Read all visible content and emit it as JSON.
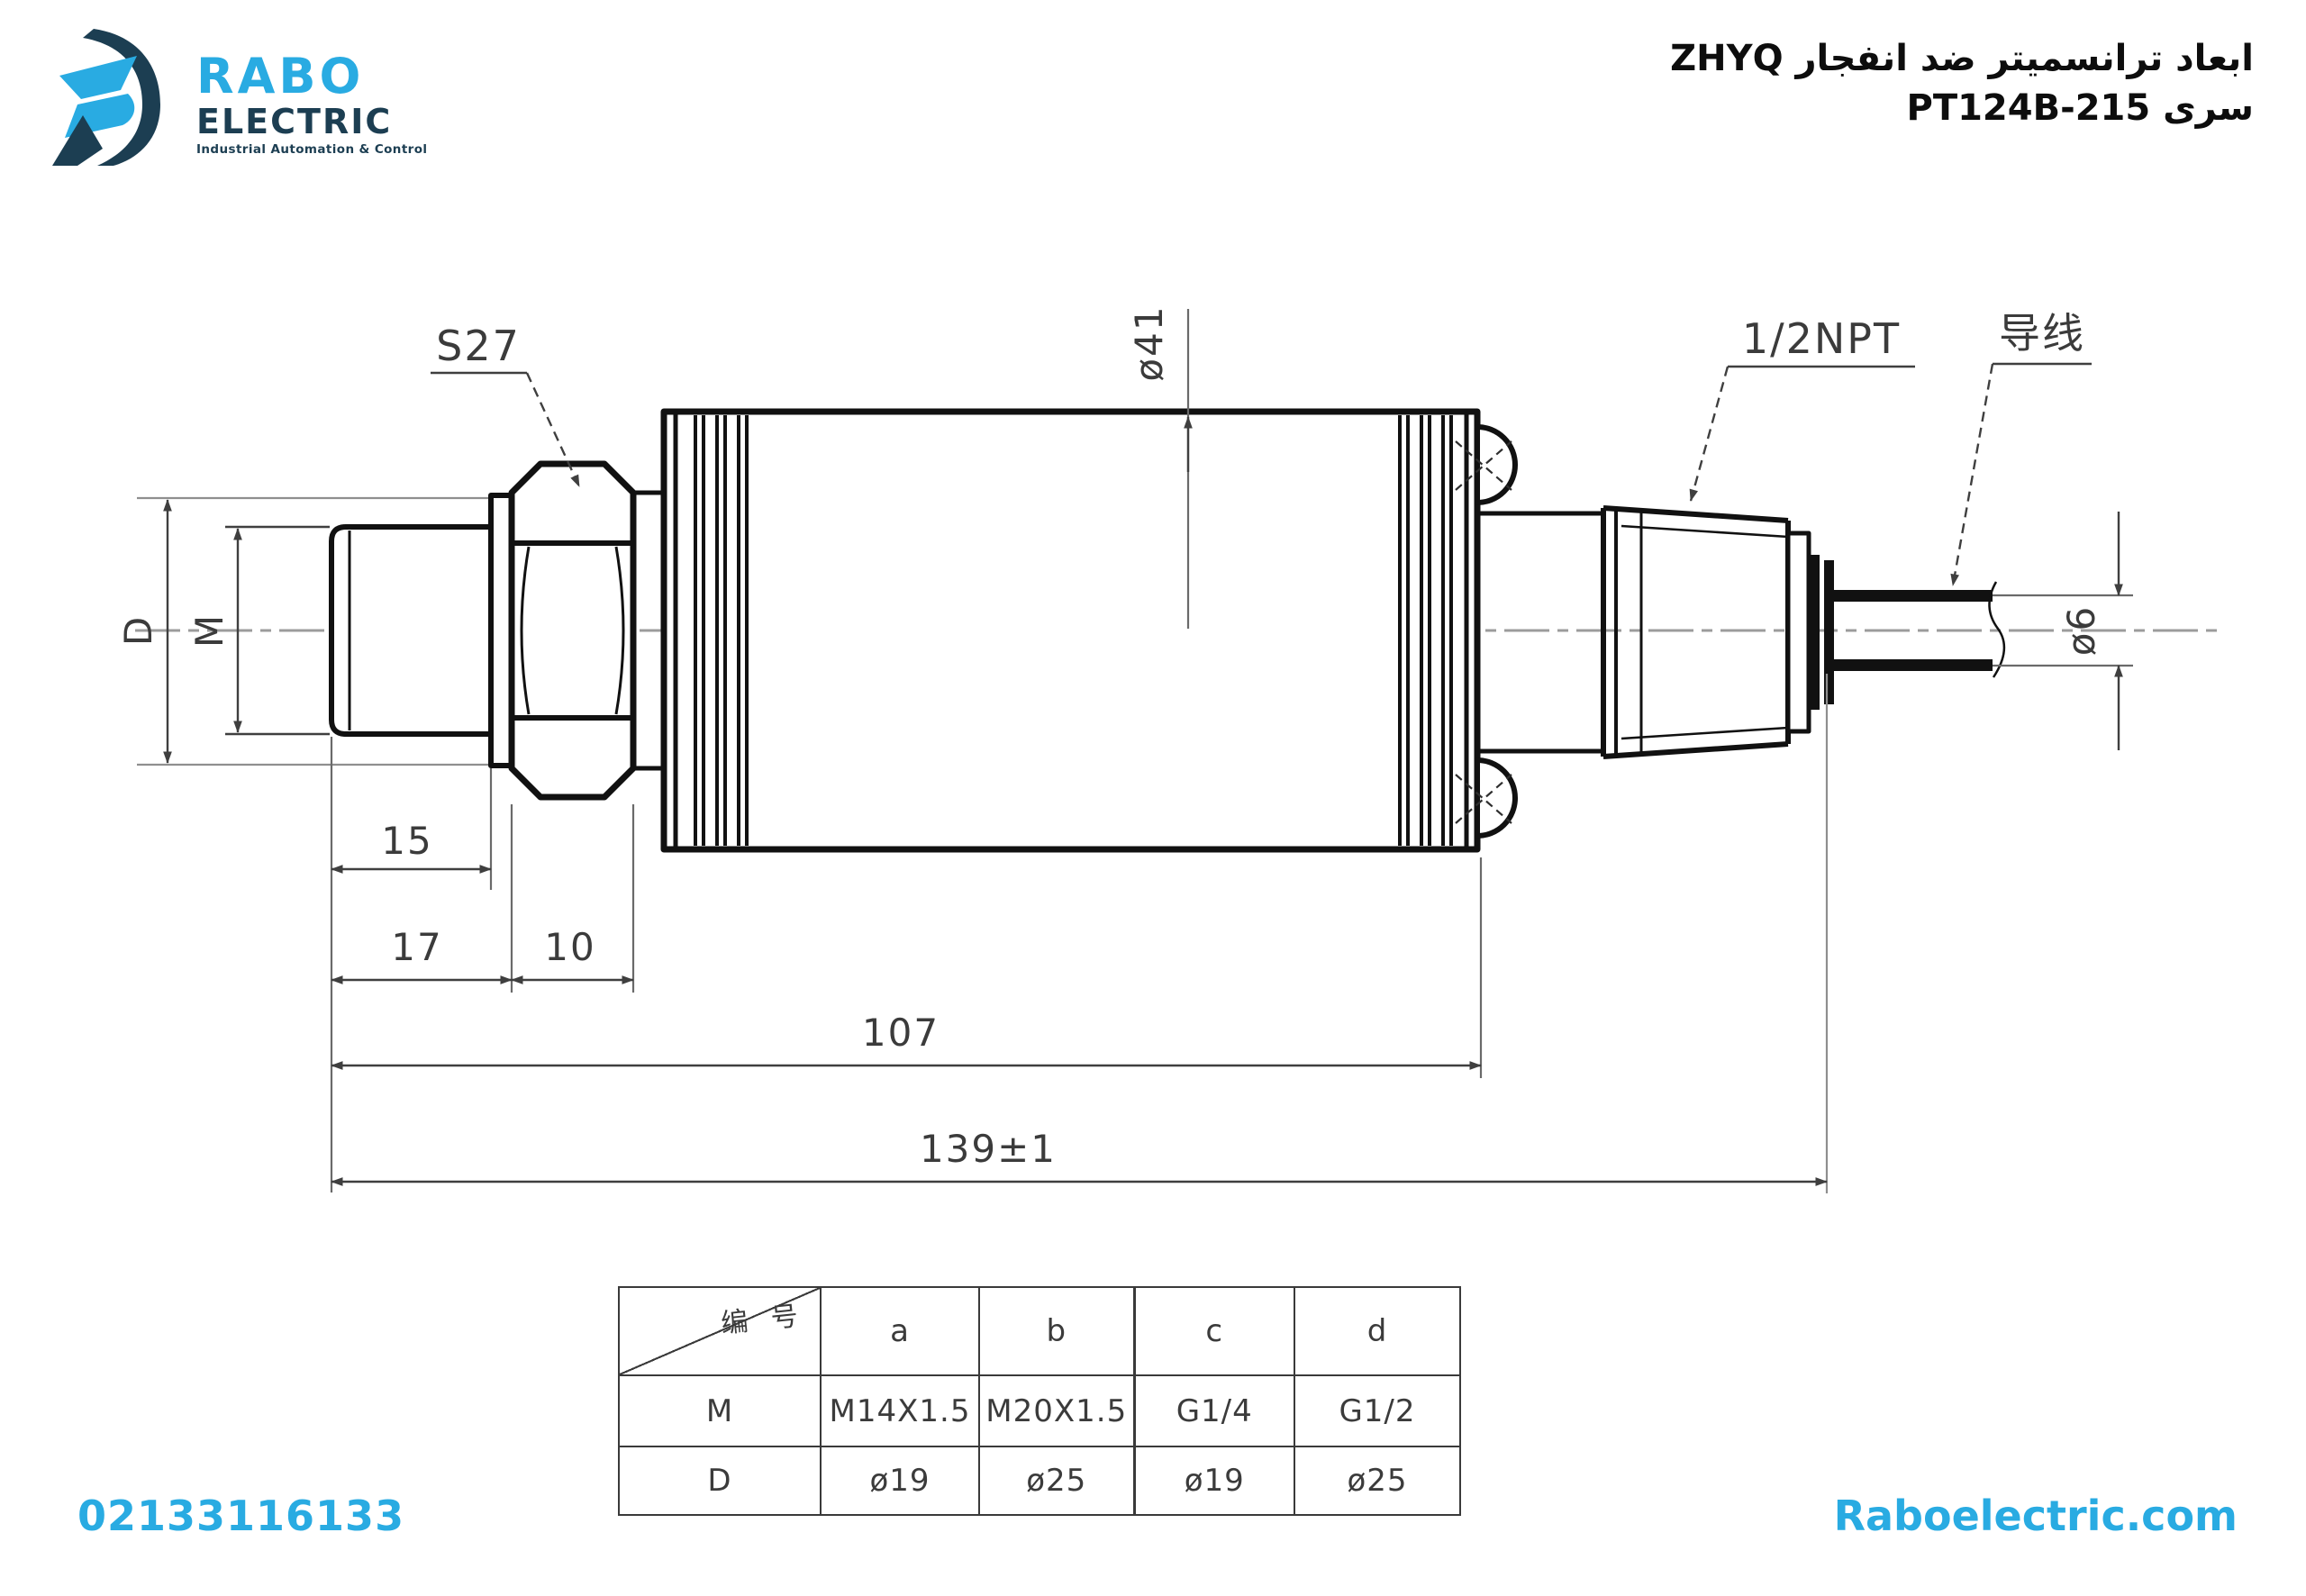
{
  "header": {
    "logo": {
      "brand": "RABO",
      "brand2": "ELECTRIC",
      "tagline": "Industrial Automation & Control"
    },
    "title_line1": "ابعاد ترانسمیتر ضد انفجار ZHYQ",
    "title_line2": "سری PT124B-215"
  },
  "drawing": {
    "callouts": {
      "wrench_size": "S27",
      "process_thread": "1/2NPT",
      "cable_wire": "导线"
    },
    "diameters": {
      "body": "ø41",
      "cable": "ø6"
    },
    "axis_labels": {
      "outer_diameter": "D",
      "thread": "M"
    },
    "dims": {
      "thread_length": "15",
      "thread_plus_washer": "17",
      "nut_width": "10",
      "body_length": "107",
      "total_length": "139±1"
    }
  },
  "table": {
    "corner": "编 号",
    "columns": [
      "a",
      "b",
      "c",
      "d"
    ],
    "rows": [
      {
        "label": "M",
        "values": [
          "M14X1.5",
          "M20X1.5",
          "G1/4",
          "G1/2"
        ]
      },
      {
        "label": "D",
        "values": [
          "ø19",
          "ø25",
          "ø19",
          "ø25"
        ]
      }
    ]
  },
  "footer": {
    "phone": "02133116133",
    "website": "Raboelectric.com"
  },
  "colors": {
    "accent": "#29abe2",
    "logo_dark": "#1c3e52",
    "ink": "#111111"
  }
}
